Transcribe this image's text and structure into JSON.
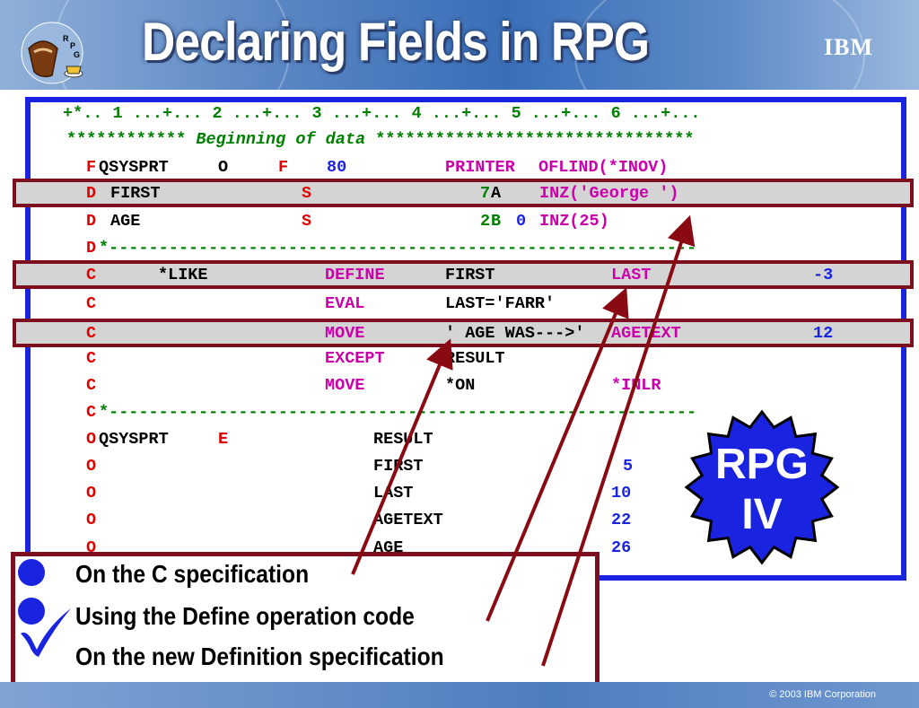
{
  "slide": {
    "title": "Declaring Fields in RPG",
    "brand": "IBM",
    "copyright": "© 2003 IBM Corporation"
  },
  "badge": {
    "line1": "RPG",
    "line2": "IV"
  },
  "code": {
    "ruler": "+*.. 1 ...+... 2 ...+... 3 ...+... 4 ...+... 5 ...+... 6 ...+...",
    "begin_stars_left": "************",
    "begin_text": "Beginning of data",
    "begin_stars_right": "********************************",
    "lines": {
      "f1": {
        "spec": "F",
        "name": "QSYSPRT",
        "io": "O",
        "type": "F",
        "len": "80",
        "dev": "PRINTER",
        "kw": "OFLIND(*INOV)"
      },
      "d1": {
        "spec": "D",
        "name": "FIRST",
        "ds": "S",
        "len": "7",
        "dt": "A",
        "kw": "INZ('George ')"
      },
      "d2": {
        "spec": "D",
        "name": "AGE",
        "ds": "S",
        "len": "2",
        "dt": "B",
        "dec": "0",
        "kw": "INZ(25)"
      },
      "d3": {
        "spec": "D",
        "rest": "*-----------------------------------------------------------"
      },
      "c1": {
        "spec": "C",
        "f1": "*LIKE",
        "op": "DEFINE",
        "f2": "FIRST",
        "res": "LAST",
        "len": "-3"
      },
      "c2": {
        "spec": "C",
        "op": "EVAL",
        "f2": "LAST='FARR'"
      },
      "c3": {
        "spec": "C",
        "op": "MOVE",
        "f2": "' AGE WAS--->'",
        "res": "AGETEXT",
        "len": "12"
      },
      "c4": {
        "spec": "C",
        "op": "EXCEPT",
        "f2": "RESULT"
      },
      "c5": {
        "spec": "C",
        "op": "MOVE",
        "f2": "*ON",
        "res": "*INLR"
      },
      "c6": {
        "spec": "C",
        "rest": "*-----------------------------------------------------------"
      },
      "o1": {
        "spec": "O",
        "name": "QSYSPRT",
        "type": "E",
        "field": "RESULT"
      },
      "o2": {
        "spec": "O",
        "field": "FIRST",
        "end": "5"
      },
      "o3": {
        "spec": "O",
        "field": "LAST",
        "end": "10"
      },
      "o4": {
        "spec": "O",
        "field": "AGETEXT",
        "end": "22"
      },
      "o5": {
        "spec": "O",
        "field": "AGE",
        "end": "26"
      }
    }
  },
  "bullets": [
    {
      "text": "On the C specification",
      "marker": "dot"
    },
    {
      "text": "Using the Define operation code",
      "marker": "dot-check"
    },
    {
      "text": "On the new Definition specification",
      "marker": "none"
    }
  ],
  "colors": {
    "code_border": "#1a24e0",
    "highlight_border": "#7d0e1e",
    "spec_letter": "#e00000",
    "keyword": "#cc00aa",
    "number": "#1a24e0",
    "comment": "#008000",
    "arrow": "#8a0a14"
  }
}
